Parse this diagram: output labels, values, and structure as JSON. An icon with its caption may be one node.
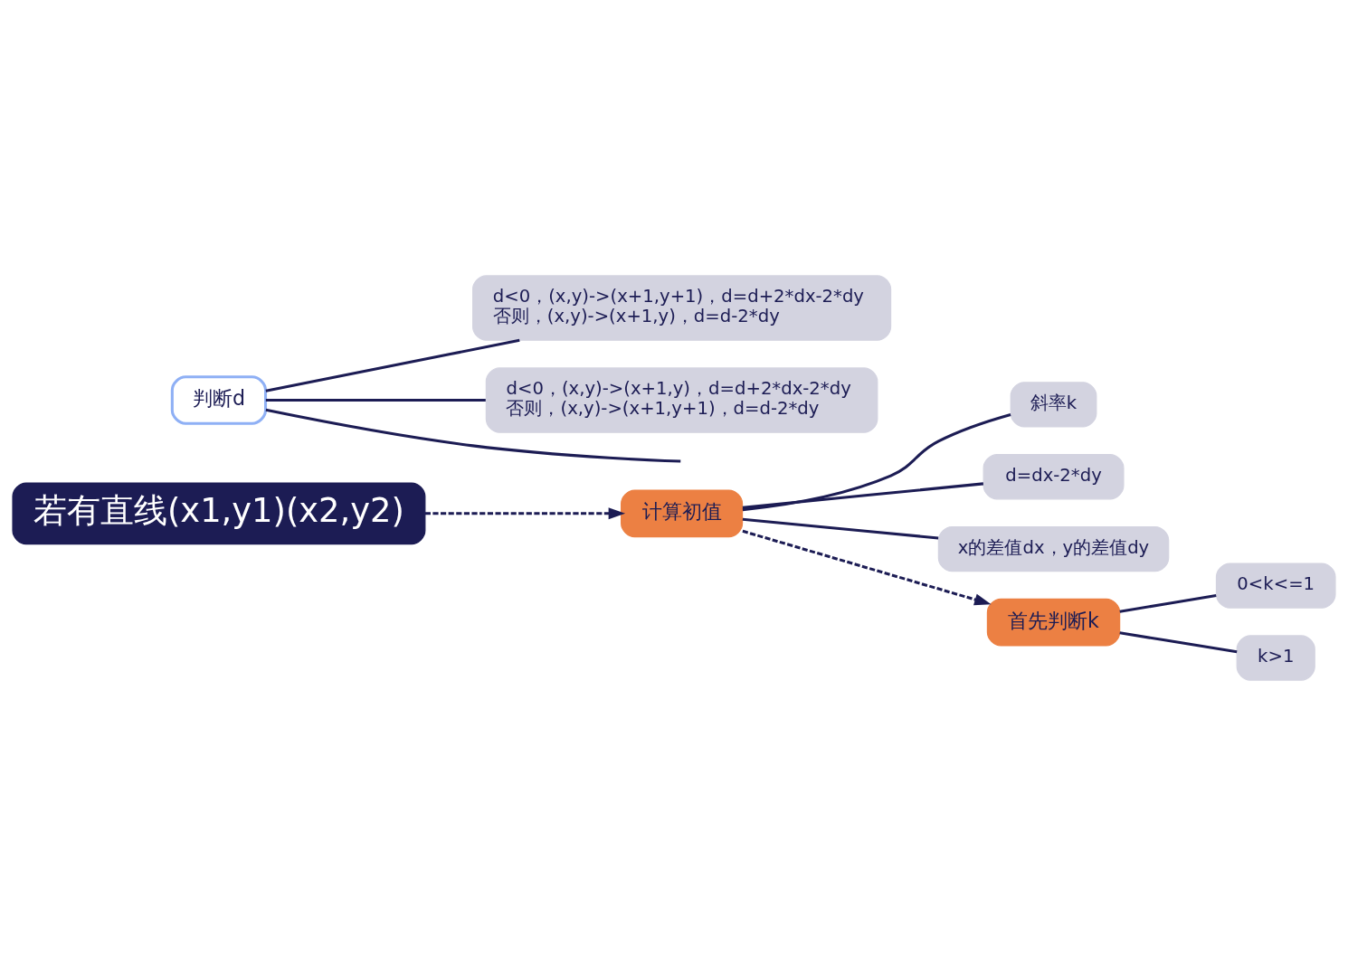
{
  "diagram": {
    "nodes": [
      {
        "text": [
          "若有直线(x1,y1)(x2,y2)"
        ]
      },
      {
        "text": [
          "计算初值"
        ]
      },
      {
        "text": [
          "斜率k"
        ]
      },
      {
        "text": [
          "d=dx-2*dy"
        ]
      },
      {
        "text": [
          "x的差值dx，y的差值dy"
        ]
      },
      {
        "text": [
          "首先判断k"
        ]
      },
      {
        "text": [
          "0<k<=1"
        ]
      },
      {
        "text": [
          "k>1"
        ]
      },
      {
        "text": [
          "判断d"
        ]
      },
      {
        "text": [
          "d<0，(x,y)->(x+1,y+1)，d=d+2*dx-2*dy 否则，(x,y)->(x+1,y)，d=d-2*dy"
        ]
      },
      {
        "text": [
          "d<0，(x,y)->(x+1,y)，d=d+2*dx-2*dy 否则，(x,y)->(x+1,y+1)，d=d-2*dy"
        ]
      }
    ],
    "edges": [
      {
        "from": 0,
        "to": 1,
        "arrow": "to",
        "style": "dashed"
      },
      {
        "from": 1,
        "to": 2,
        "arrow": "none"
      },
      {
        "from": 1,
        "to": 3,
        "arrow": "none"
      },
      {
        "from": 1,
        "to": 4,
        "arrow": "none"
      },
      {
        "from": 1,
        "to": 5,
        "arrow": "to",
        "style": "dashed"
      },
      {
        "from": 5,
        "to": 6,
        "arrow": "none"
      },
      {
        "from": 5,
        "to": 7,
        "arrow": "none"
      },
      {
        "from": 8,
        "to": null,
        "arrow": "none"
      },
      {
        "from": 8,
        "to": 9,
        "arrow": "none"
      },
      {
        "from": 8,
        "to": 10,
        "arrow": "none"
      }
    ]
  }
}
